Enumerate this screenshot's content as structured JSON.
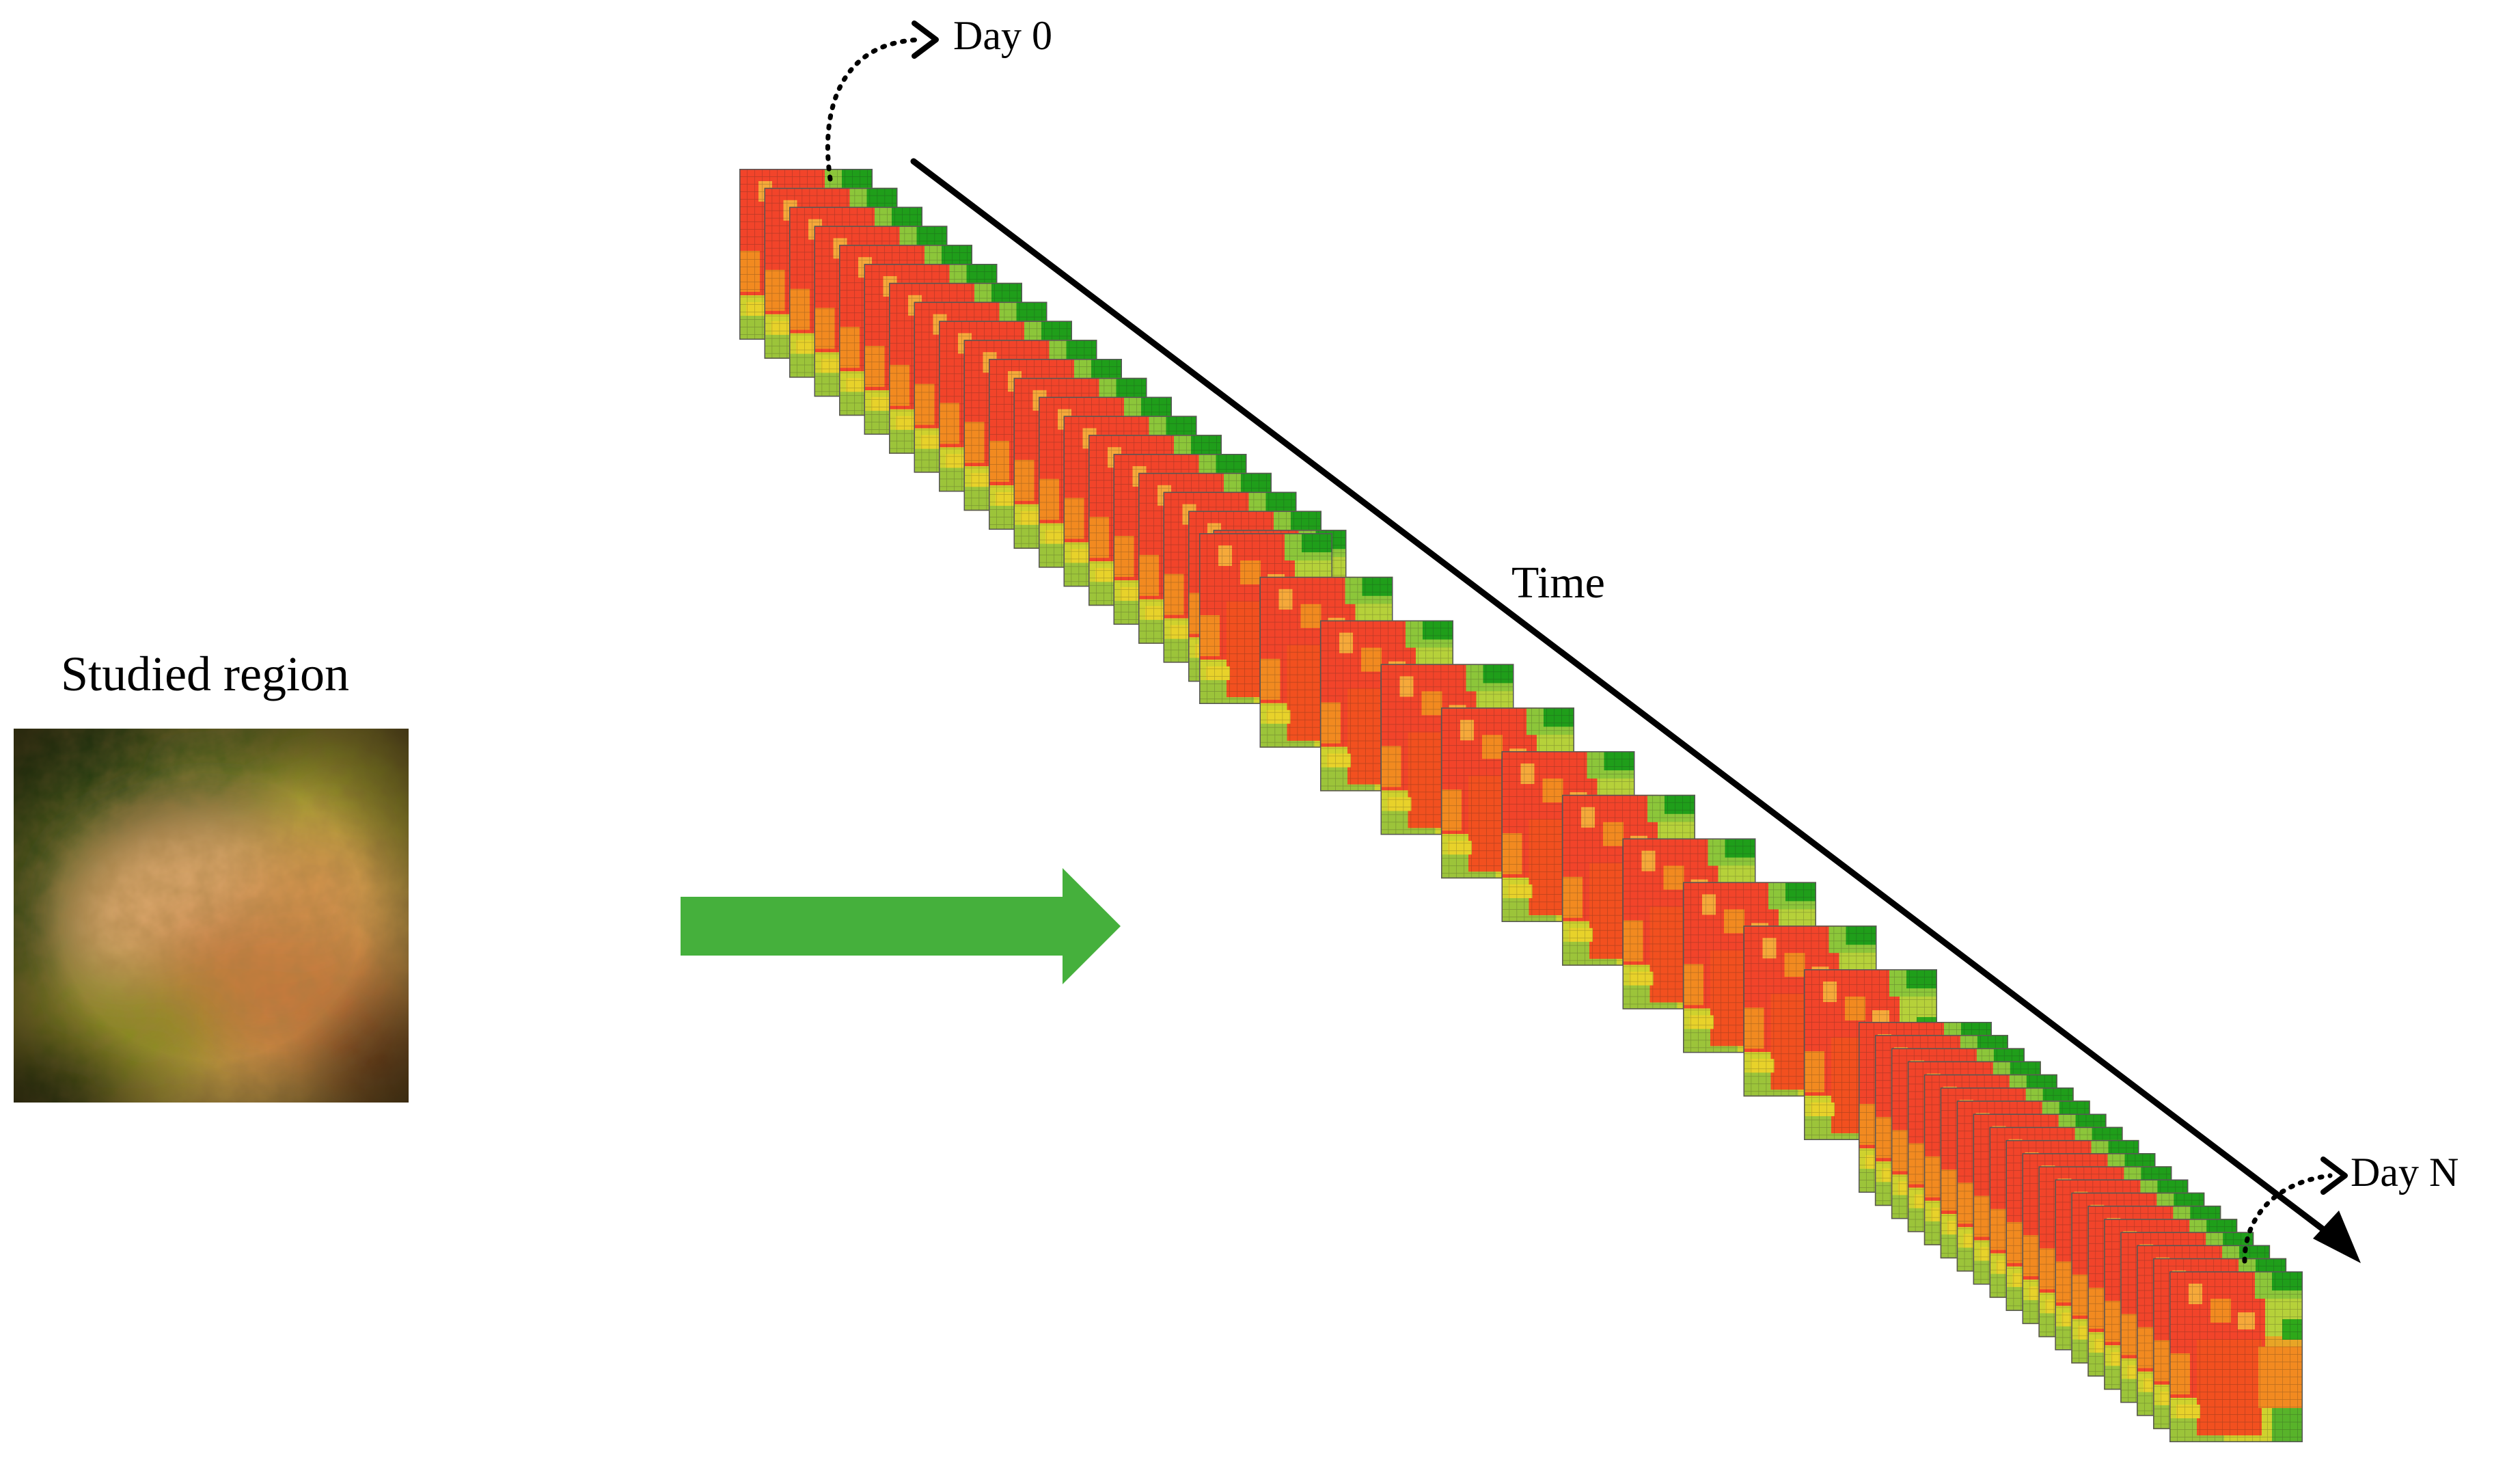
{
  "labels": {
    "region_title": "Studied region",
    "day_start": "Day 0",
    "day_end": "Day N",
    "time_axis": "Time"
  },
  "colors": {
    "region_dark_green": "#2f4a14",
    "region_olive": "#a3a02c",
    "region_tan": "#d99a55",
    "region_rust": "#b8632d",
    "process_arrow": "#45b03c",
    "frame_red": "#f24a1f",
    "frame_orange": "#f28a20",
    "frame_yellow": "#d9d52a",
    "frame_green": "#2ea81a",
    "frame_border": "#555555",
    "time_line": "#000000"
  },
  "frames_per_dense_stack": 20,
  "frames_in_spread_middle": 11
}
